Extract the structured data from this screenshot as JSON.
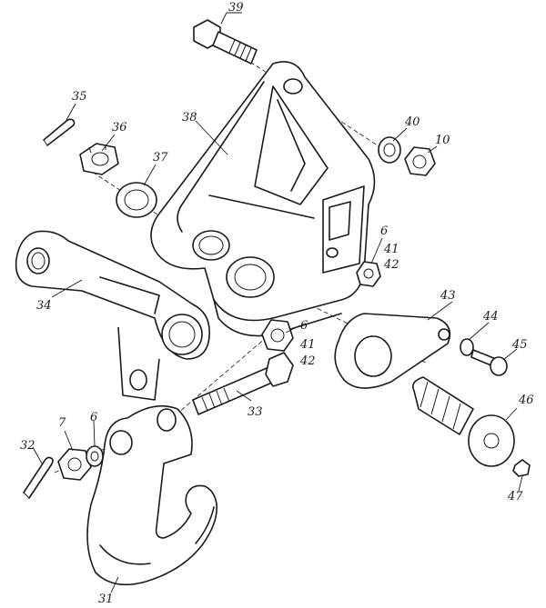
{
  "callouts": {
    "c39": "39",
    "c35": "35",
    "c36": "36",
    "c37": "37",
    "c38": "38",
    "c40": "40",
    "c10": "10",
    "c6a": "6",
    "c41a": "41",
    "c42a": "42",
    "c34": "34",
    "c43": "43",
    "c44": "44",
    "c45": "45",
    "c6b": "6",
    "c41b": "41",
    "c42b": "42",
    "c33": "33",
    "c7": "7",
    "c6c": "6",
    "c32": "32",
    "c46": "46",
    "c47": "47",
    "c31": "31"
  }
}
